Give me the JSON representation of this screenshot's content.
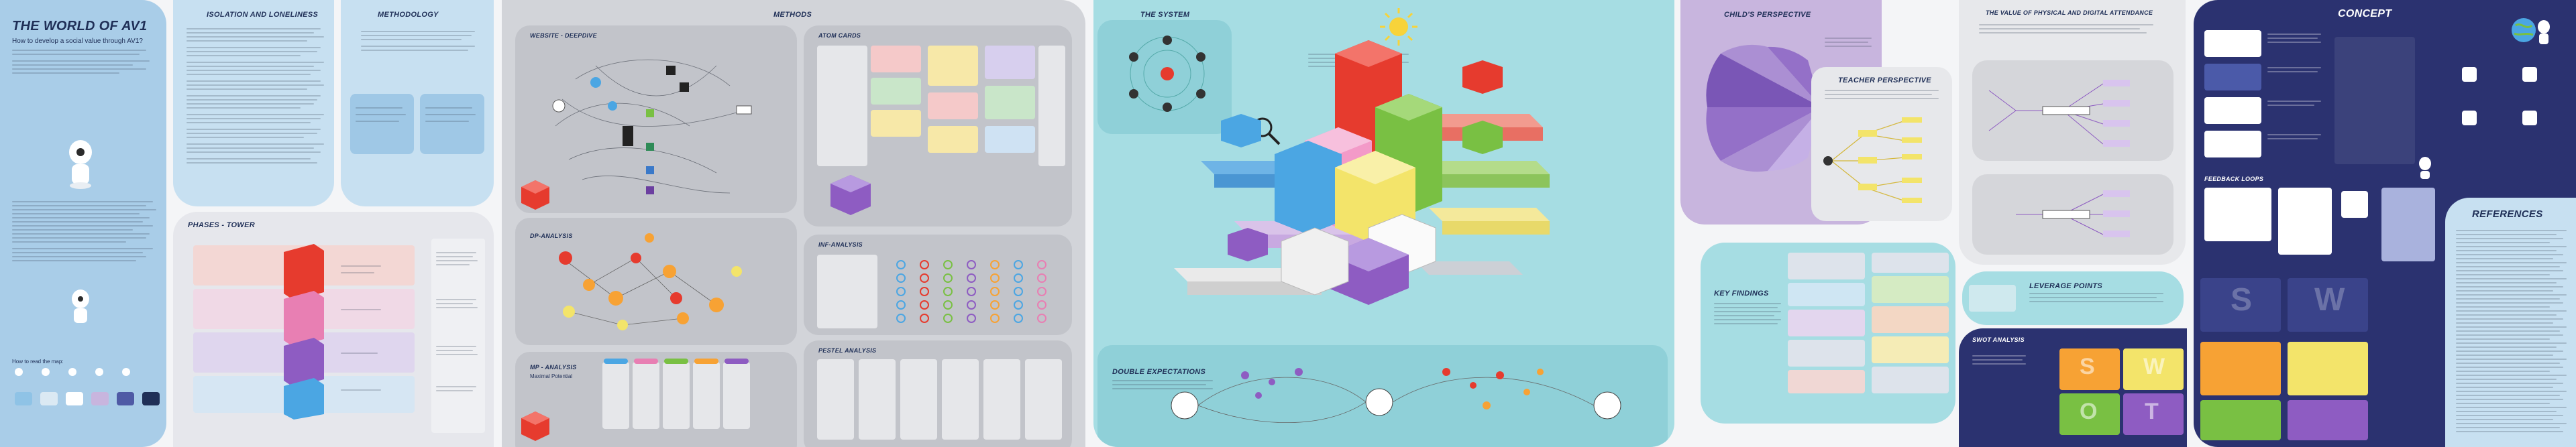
{
  "poster": {
    "title": "THE WORLD OF AV1",
    "subtitle": "How to develop a social value through AV1?",
    "colors": {
      "navy": "#1f2f57",
      "lightblue": "#a9cde8",
      "paleblue": "#c7e0f1",
      "grey": "#d7d8dc",
      "teal": "#a6dde3",
      "lavender": "#c8b5de",
      "darknavy": "#2b3270",
      "red": "#e63b2e",
      "orange": "#f7a234",
      "green": "#79c043",
      "yellow": "#f3e46a",
      "pink": "#e87fb3",
      "purple": "#8e5cc2"
    }
  },
  "sections": {
    "isolation": "ISOLATION AND LONELINESS",
    "methodology": "METHODOLOGY",
    "methods": "METHODS",
    "phases": "PHASES - TOWER",
    "website": "WEBSITE - DEEPDIVE",
    "atomcards": "ATOM CARDS",
    "dpanalysis": "DP-ANALYSIS",
    "infanalysis": "INF-ANALYSIS",
    "pestel": "PESTEL ANALYSIS",
    "mpanalysis": "MP - Analysis",
    "mpsub": "Maximal Potential",
    "system": "THE SYSTEM",
    "doubleexp": "DOUBLE EXPECTATIONS",
    "childpersp": "CHILD'S PERSPECTIVE",
    "teacherpersp": "TEACHER PERSPECTIVE",
    "keyfindings": "KEY FINDINGS",
    "leverage": "LEVERAGE POINTS",
    "value": "THE VALUE OF PHYSICAL AND DIGITAL ATTENDANCE",
    "concept": "CONCEPT",
    "feedback": "FEEDBACK LOOPS",
    "references": "REFERENCES",
    "swot": "SWOT ANALYSIS"
  },
  "swot_letters": [
    "S",
    "W",
    "O",
    "T"
  ],
  "legend_label": "How to read the map:"
}
